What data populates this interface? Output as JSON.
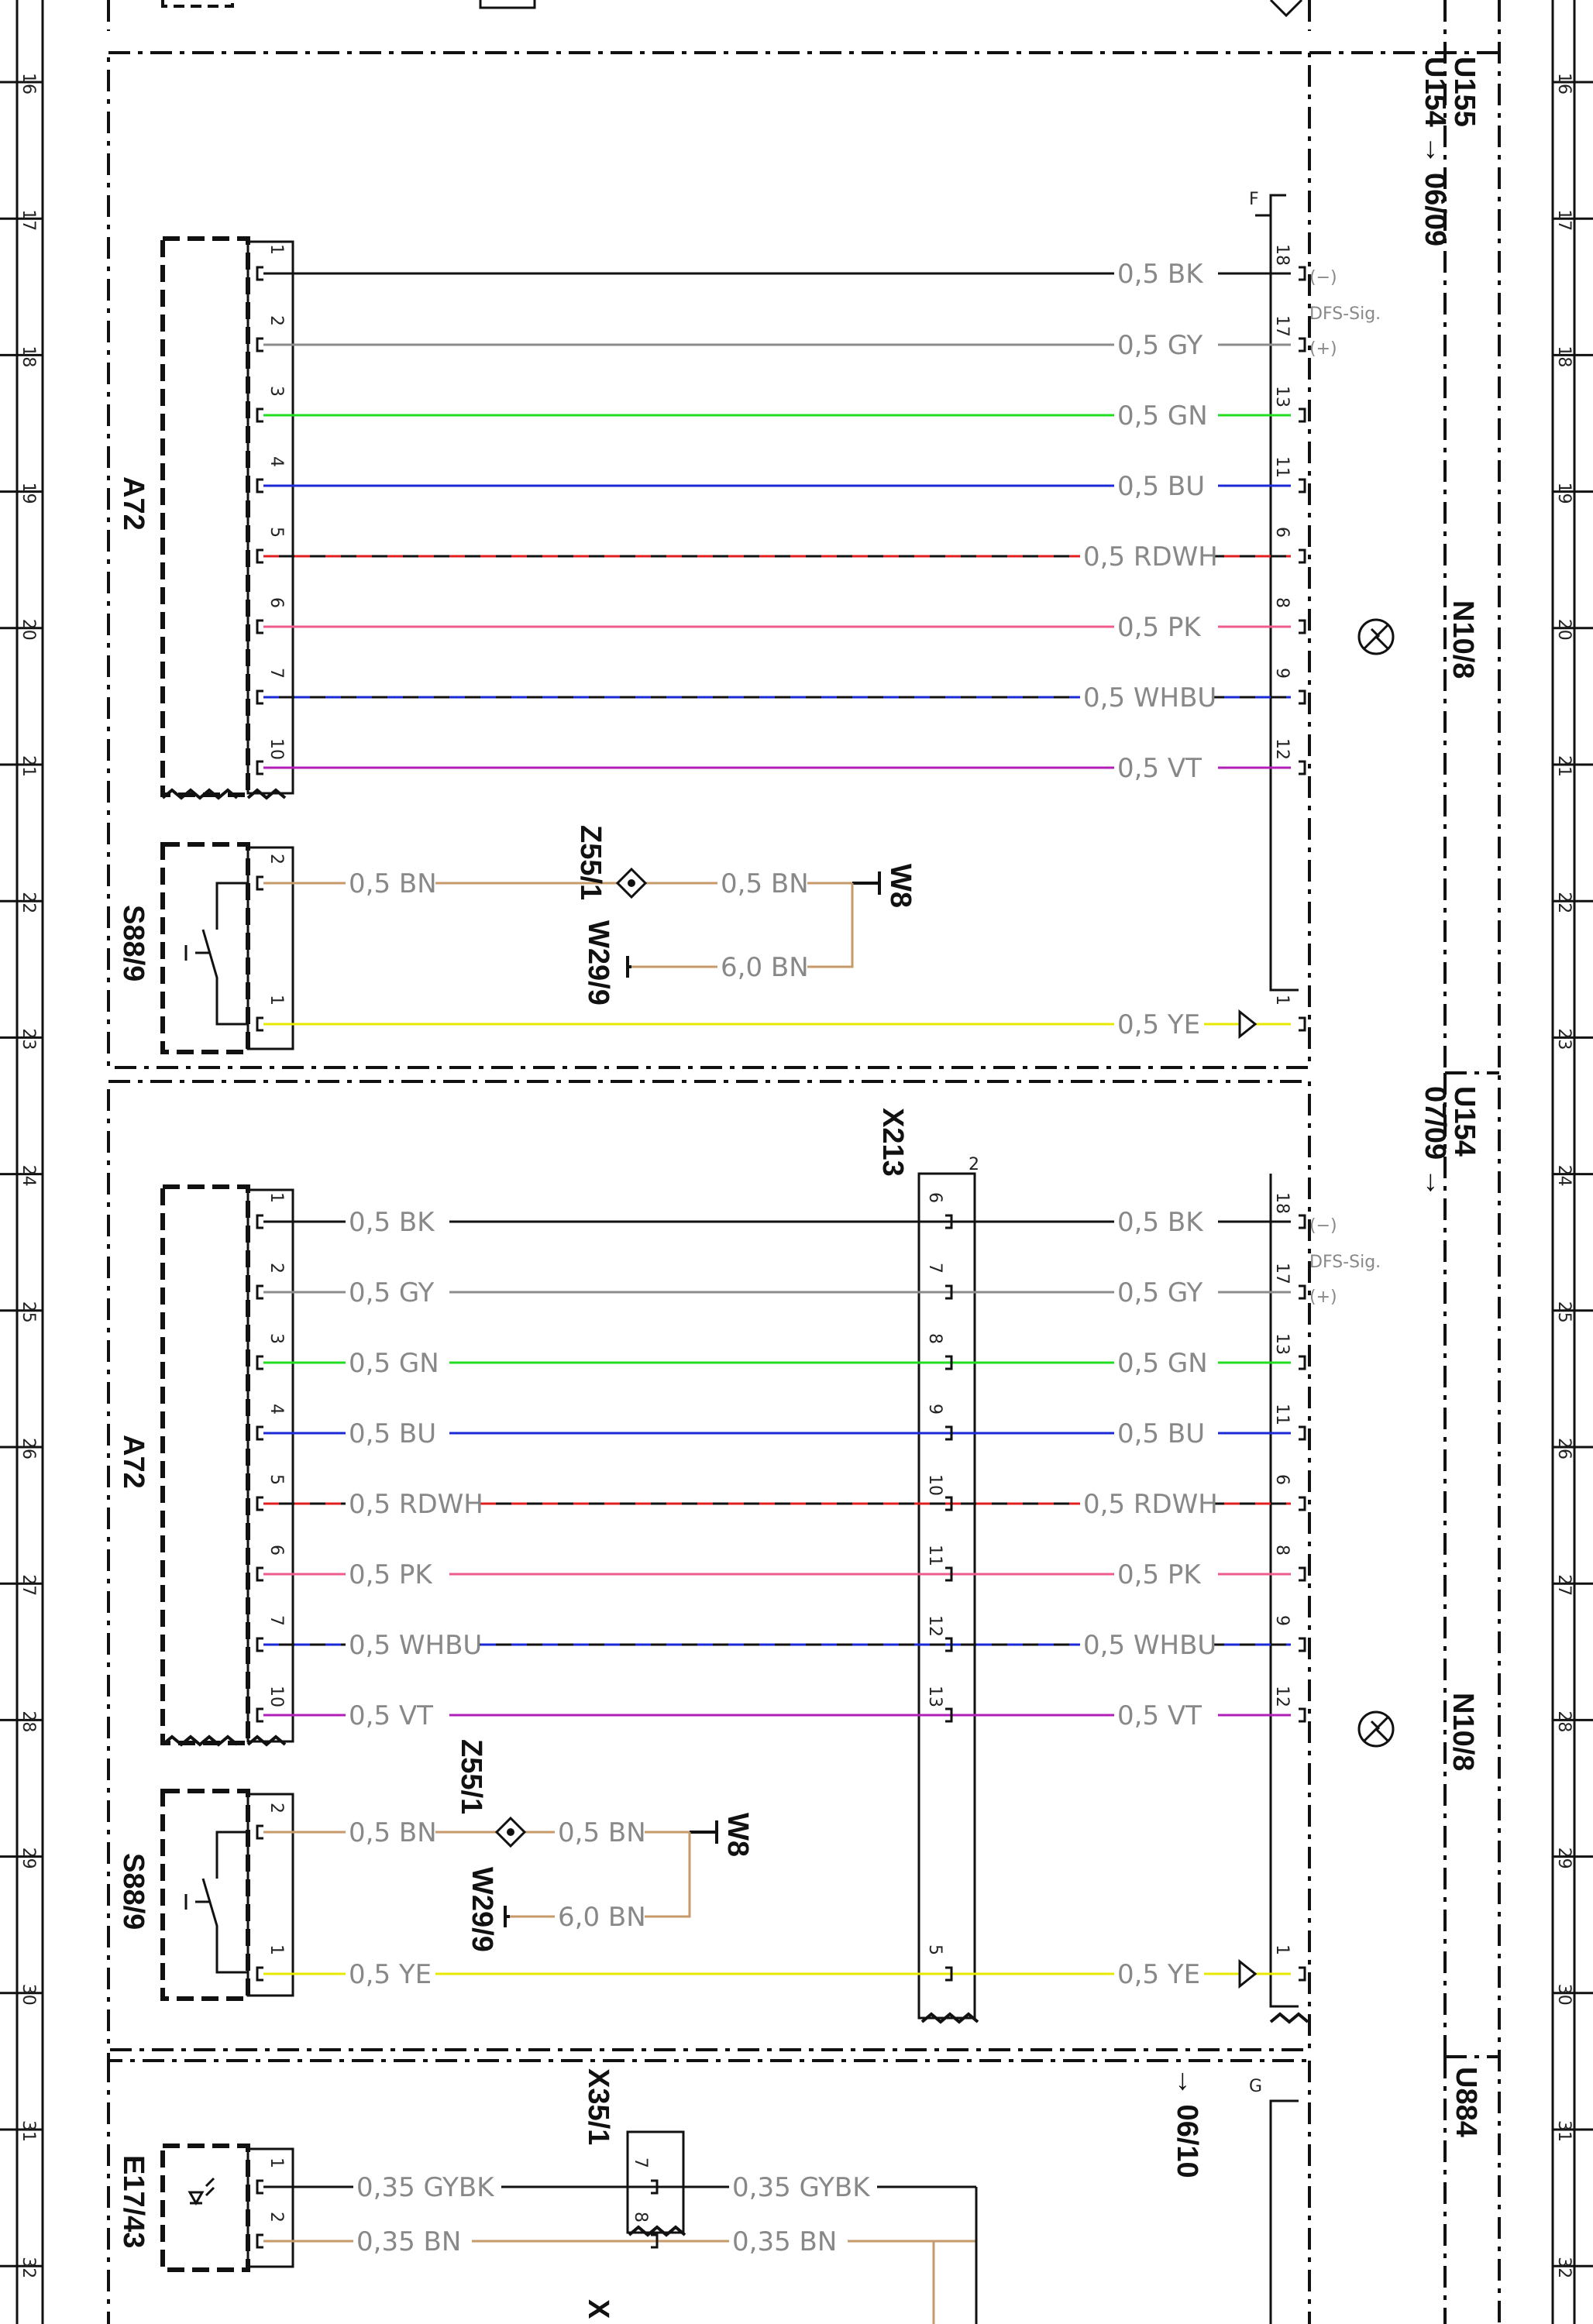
{
  "grid_numbers": [
    "16",
    "17",
    "18",
    "19",
    "20",
    "21",
    "22",
    "23",
    "24",
    "25",
    "26",
    "27",
    "28",
    "29",
    "30",
    "31",
    "32"
  ],
  "side_labels": {
    "top_block": "U155\nU154 → 06/09",
    "top_u155": "U155",
    "top_u154": "U154 → 06/09",
    "mid_u154": "U154",
    "mid_ref": "07/09 →",
    "bottom_u884": "U884",
    "bottom_ref": "→ 06/10"
  },
  "colors": {
    "BK": "#111111",
    "GY": "#8c8c8c",
    "GN": "#22dd22",
    "BU": "#1a2bd6",
    "RD": "#e02020",
    "PK": "#ee5c8c",
    "WH": "#ffffff",
    "VT": "#b21fb8",
    "BN": "#c69a6a",
    "YE": "#e8e800"
  },
  "block1": {
    "module": "A72",
    "target": "N10/8",
    "target_connector_letter": "F",
    "dfs_label": "DFS-Sig.",
    "minus": "(−)",
    "plus": "(+)",
    "wires": [
      {
        "pin_left": "1",
        "pin_right": "18",
        "label": "0,5 BK"
      },
      {
        "pin_left": "2",
        "pin_right": "17",
        "label": "0,5 GY"
      },
      {
        "pin_left": "3",
        "pin_right": "13",
        "label": "0,5 GN"
      },
      {
        "pin_left": "4",
        "pin_right": "11",
        "label": "0,5 BU"
      },
      {
        "pin_left": "5",
        "pin_right": "6",
        "label": "0,5 RDWH"
      },
      {
        "pin_left": "6",
        "pin_right": "8",
        "label": "0,5 PK"
      },
      {
        "pin_left": "7",
        "pin_right": "9",
        "label": "0,5 WHBU"
      },
      {
        "pin_left": "10",
        "pin_right": "12",
        "label": "0,5 VT"
      }
    ],
    "switch": "S88/9",
    "splice": "Z55/1",
    "ground": "W8",
    "ground2": "W29/9",
    "switch_wire1": {
      "pin": "2",
      "label_a": "0,5 BN",
      "label_b": "0,5 BN"
    },
    "ground_wire": {
      "label": "6,0 BN"
    },
    "switch_wire2": {
      "pin": "1",
      "pin_right": "1",
      "label": "0,5 YE"
    }
  },
  "block2": {
    "module": "A72",
    "target": "N10/8",
    "connector": "X213",
    "connector_pin_top": "2",
    "dfs_label": "DFS-Sig.",
    "minus": "(−)",
    "plus": "(+)",
    "wires": [
      {
        "pin_left": "1",
        "pin_mid": "6",
        "pin_right": "18",
        "label_l": "0,5 BK",
        "label_r": "0,5 BK"
      },
      {
        "pin_left": "2",
        "pin_mid": "7",
        "pin_right": "17",
        "label_l": "0,5 GY",
        "label_r": "0,5 GY"
      },
      {
        "pin_left": "3",
        "pin_mid": "8",
        "pin_right": "13",
        "label_l": "0,5 GN",
        "label_r": "0,5 GN"
      },
      {
        "pin_left": "4",
        "pin_mid": "9",
        "pin_right": "11",
        "label_l": "0,5 BU",
        "label_r": "0,5 BU"
      },
      {
        "pin_left": "5",
        "pin_mid": "10",
        "pin_right": "6",
        "label_l": "0,5 RDWH",
        "label_r": "0,5 RDWH"
      },
      {
        "pin_left": "6",
        "pin_mid": "11",
        "pin_right": "8",
        "label_l": "0,5 PK",
        "label_r": "0,5 PK"
      },
      {
        "pin_left": "7",
        "pin_mid": "12",
        "pin_right": "9",
        "label_l": "0,5 WHBU",
        "label_r": "0,5 WHBU"
      },
      {
        "pin_left": "10",
        "pin_mid": "13",
        "pin_right": "12",
        "label_l": "0,5 VT",
        "label_r": "0,5 VT"
      }
    ],
    "switch": "S88/9",
    "splice": "Z55/1",
    "ground": "W8",
    "ground2": "W29/9",
    "switch_wire1": {
      "pin": "2",
      "label_a": "0,5 BN",
      "label_b": "0,5 BN"
    },
    "ground_wire": {
      "label": "6,0 BN"
    },
    "switch_wire2": {
      "pin": "1",
      "pin_mid": "5",
      "pin_right": "1",
      "label_l": "0,5 YE",
      "label_r": "0,5 YE"
    }
  },
  "block3": {
    "module": "E17/43",
    "connector": "X35/1",
    "connector_right_letter": "G",
    "wires": [
      {
        "pin_left": "1",
        "pin_mid": "7",
        "label_l": "0,35 GYBK",
        "label_r": "0,35 GYBK"
      },
      {
        "pin_left": "2",
        "pin_mid": "8",
        "label_l": "0,35 BN",
        "label_r": "0,35 BN"
      }
    ],
    "bottom_label": "X"
  }
}
